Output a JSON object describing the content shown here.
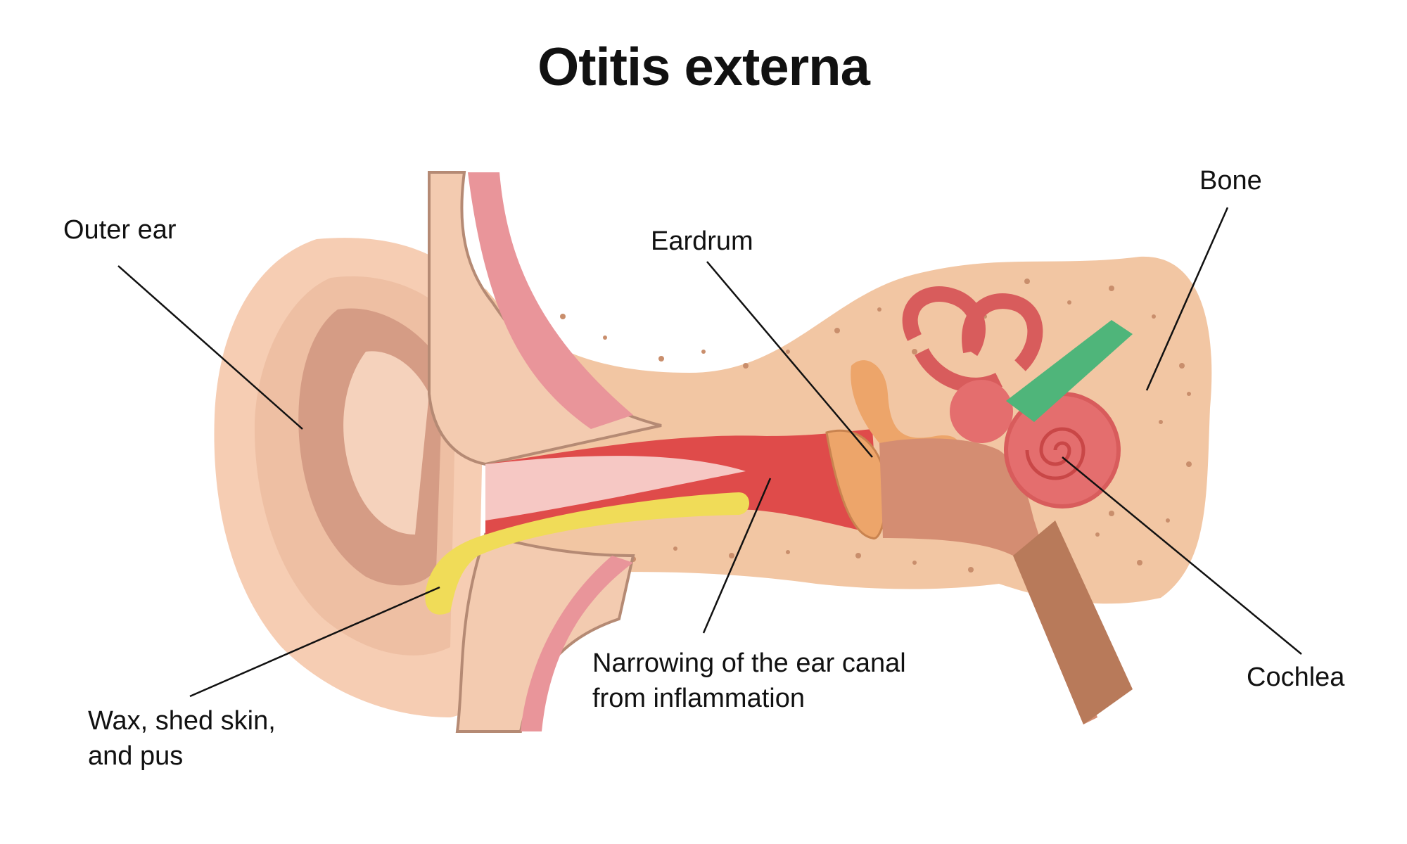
{
  "title": "Otitis externa",
  "labels": {
    "outer_ear": "Outer ear",
    "eardrum": "Eardrum",
    "bone": "Bone",
    "cochlea": "Cochlea",
    "wax_line1": "Wax, shed skin,",
    "wax_line2": "and pus",
    "narrowing_line1": "Narrowing of the ear canal",
    "narrowing_line2": "from inflammation"
  },
  "colors": {
    "skin_light": "#f9d6bf",
    "skin_mid": "#eebfa3",
    "skin_dark": "#d59c85",
    "bone": "#f2c6a3",
    "bone_dots": "#c98e6c",
    "canal_red": "#df4b4a",
    "muscle": "#e9959a",
    "wax": "#f0dc58",
    "eardrum": "#eda56a",
    "cochlea": "#e46e6e",
    "nerve": "#4fb57a",
    "tube": "#b87a5a"
  }
}
